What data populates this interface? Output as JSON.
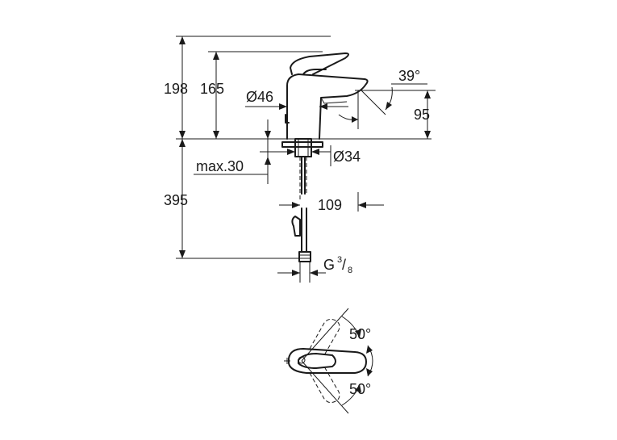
{
  "dimensions": {
    "total_height": "198",
    "spout_height": "165",
    "body_diameter": "Ø46",
    "spout_angle": "39°",
    "spout_outlet_height": "95",
    "mounting_diameter": "Ø34",
    "max_thickness": "max.30",
    "spout_reach": "109",
    "hose_length": "395",
    "connection_thread_base": "G",
    "connection_thread_num": "3",
    "connection_thread_den": "8",
    "swivel_angle_top": "50°",
    "swivel_angle_bottom": "50°"
  }
}
